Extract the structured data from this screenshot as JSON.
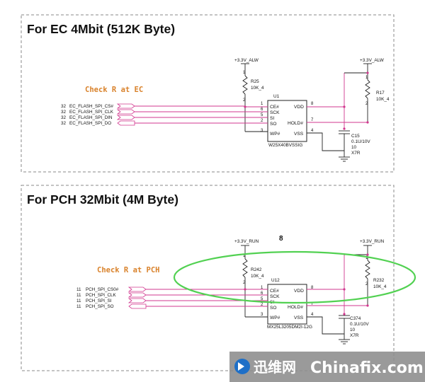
{
  "colors": {
    "annotation_orange": "#d9822b",
    "wire_pink": "#d2378f",
    "highlight_green": "#52d152",
    "watermark_bg": "#8c8c8c"
  },
  "top": {
    "title": "For EC  4Mbit (512K Byte)",
    "note": "Check R at EC",
    "power_left": "+3.3V_ALW",
    "power_right": "+3.3V_ALW",
    "r_left_ref": "R25",
    "r_left_val": "10K_4",
    "r_right_ref": "R17",
    "r_right_val": "10K_4",
    "chip_ref": "U1",
    "chip_part": "W25X40BVSSIG",
    "pins_left": [
      "CE#",
      "SCK",
      "SI",
      "SO",
      "WP#"
    ],
    "pin_nums_left": [
      "1",
      "6",
      "5",
      "2",
      "3"
    ],
    "pins_right": [
      "VDD",
      "HOLD#",
      "VSS"
    ],
    "pin_nums_right": [
      "8",
      "7",
      "4"
    ],
    "cap_ref": "C15",
    "cap_val": "0.1U/10V",
    "cap_size": "10",
    "cap_dielectric": "X7R",
    "nets": [
      {
        "sheet": "32",
        "name": "EC_FLASH_SPI_CS#"
      },
      {
        "sheet": "32",
        "name": "EC_FLASH_SPI_CLK"
      },
      {
        "sheet": "32",
        "name": "EC_FLASH_SPI_DIN"
      },
      {
        "sheet": "32",
        "name": "EC_FLASH_SPI_DO"
      }
    ]
  },
  "bottom": {
    "title": "For PCH  32Mbit (4M Byte)",
    "note": "Check R at PCH",
    "marker": "8",
    "power_left": "+3.3V_RUN",
    "power_right": "+3.3V_RUN",
    "r_left_ref": "R242",
    "r_left_val": "10K_4",
    "r_right_ref": "R232",
    "r_right_val": "10K_4",
    "chip_ref": "U12",
    "chip_part": "MX25L3205DM2I-12G",
    "pins_left": [
      "CE#",
      "SCK",
      "SI",
      "SO",
      "WP#"
    ],
    "pin_nums_left": [
      "1",
      "6",
      "5",
      "2",
      "3"
    ],
    "pins_right": [
      "VDD",
      "HOLD#",
      "VSS"
    ],
    "pin_nums_right": [
      "8",
      "7",
      "4"
    ],
    "cap_ref": "C374",
    "cap_val": "0.1U/10V",
    "cap_size": "10",
    "cap_dielectric": "X7R",
    "nets": [
      {
        "sheet": "11",
        "name": "PCH_SPI_CS0#"
      },
      {
        "sheet": "11",
        "name": "PCH_SPI_CLK"
      },
      {
        "sheet": "11",
        "name": "PCH_SPI_SI"
      },
      {
        "sheet": "11",
        "name": "PCH_SPI_SO"
      }
    ]
  },
  "watermark": {
    "cn": "迅维网",
    "en": "Chinafix.com"
  }
}
